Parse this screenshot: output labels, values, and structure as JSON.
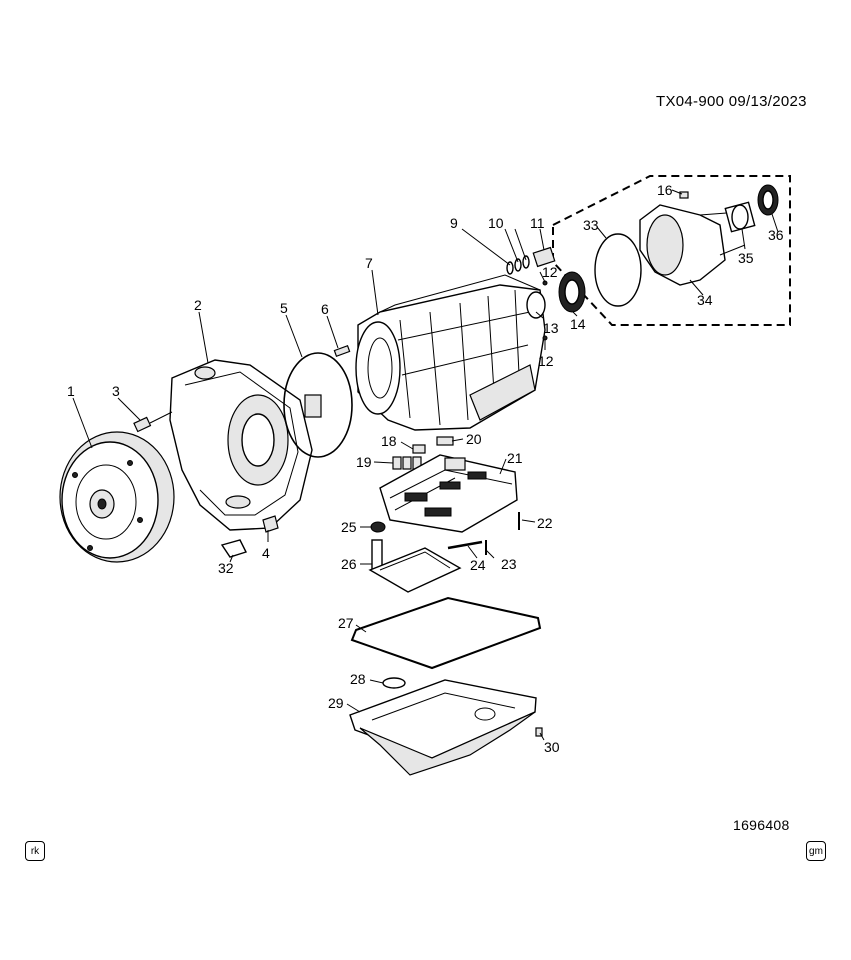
{
  "header": {
    "diagram_code": "TX04-900 09/13/2023"
  },
  "footer": {
    "illustration_number": "1696408",
    "left_badge": "rk",
    "right_badge": "gm"
  },
  "callouts": [
    {
      "id": "c1",
      "label": "1"
    },
    {
      "id": "c2",
      "label": "2"
    },
    {
      "id": "c3",
      "label": "3"
    },
    {
      "id": "c4",
      "label": "4"
    },
    {
      "id": "c5",
      "label": "5"
    },
    {
      "id": "c6",
      "label": "6"
    },
    {
      "id": "c7",
      "label": "7"
    },
    {
      "id": "c9",
      "label": "9"
    },
    {
      "id": "c10",
      "label": "10"
    },
    {
      "id": "c11",
      "label": "11"
    },
    {
      "id": "c12a",
      "label": "12"
    },
    {
      "id": "c12b",
      "label": "12"
    },
    {
      "id": "c13",
      "label": "13"
    },
    {
      "id": "c14",
      "label": "14"
    },
    {
      "id": "c16",
      "label": "16"
    },
    {
      "id": "c18",
      "label": "18"
    },
    {
      "id": "c19",
      "label": "19"
    },
    {
      "id": "c20",
      "label": "20"
    },
    {
      "id": "c21",
      "label": "21"
    },
    {
      "id": "c22",
      "label": "22"
    },
    {
      "id": "c23",
      "label": "23"
    },
    {
      "id": "c24",
      "label": "24"
    },
    {
      "id": "c25",
      "label": "25"
    },
    {
      "id": "c26",
      "label": "26"
    },
    {
      "id": "c27",
      "label": "27"
    },
    {
      "id": "c28",
      "label": "28"
    },
    {
      "id": "c29",
      "label": "29"
    },
    {
      "id": "c30",
      "label": "30"
    },
    {
      "id": "c32",
      "label": "32"
    },
    {
      "id": "c33",
      "label": "33"
    },
    {
      "id": "c34",
      "label": "34"
    },
    {
      "id": "c35",
      "label": "35"
    },
    {
      "id": "c36",
      "label": "36"
    }
  ]
}
